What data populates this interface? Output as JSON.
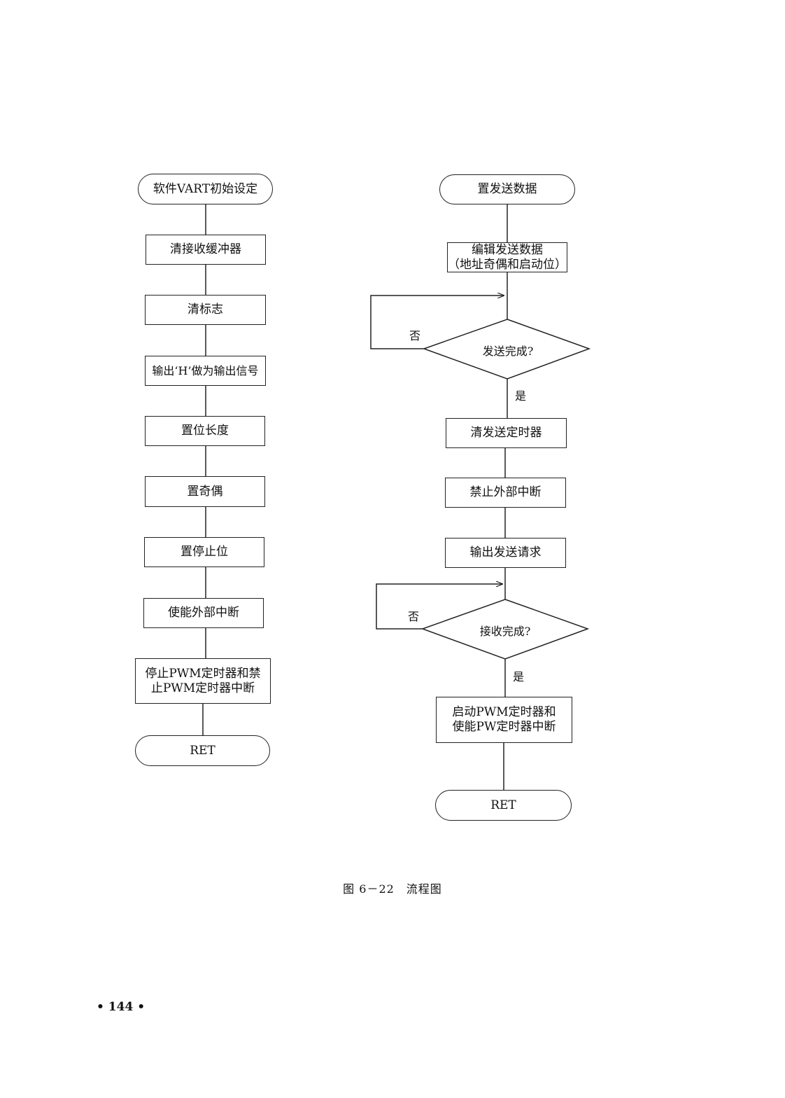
{
  "left_flow": {
    "start": "软件VART初始设定",
    "steps": [
      "清接收缓冲器",
      "清标志",
      "输出‘H’做为输出信号",
      "置位长度",
      "置奇偶",
      "置停止位",
      "使能外部中断",
      "停止PWM定时器和禁\n止PWM定时器中断"
    ],
    "end": "RET"
  },
  "right_flow": {
    "start": "置发送数据",
    "step1": "编辑发送数据\n（地址奇偶和启动位）",
    "decision1": "发送完成?",
    "steps_after_1": [
      "清发送定时器",
      "禁止外部中断",
      "输出发送请求"
    ],
    "decision2": "接收完成?",
    "step_final": "启动PWM定时器和\n使能PW定时器中断",
    "end": "RET"
  },
  "labels": {
    "no": "否",
    "yes": "是"
  },
  "caption": "图 6－22　流程图",
  "page_number": "• 144 •"
}
